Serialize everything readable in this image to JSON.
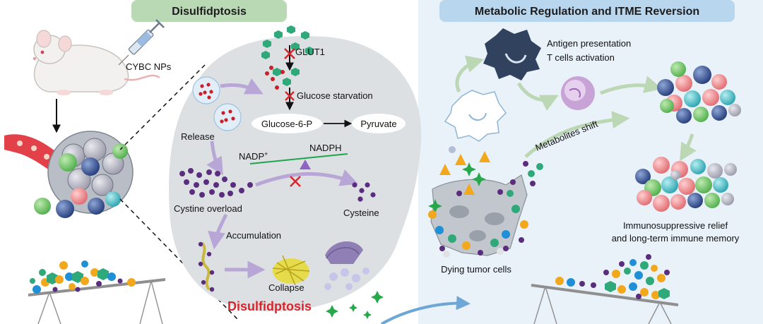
{
  "titles": {
    "left": "Disulfidptosis",
    "right": "Metabolic Regulation and ITME Reversion"
  },
  "labels": {
    "nanoparticles": "CYBC NPs",
    "transporter": "GLUT1",
    "glucose_starvation": "Glucose starvation",
    "glucose_6_p": "Glucose-6-P",
    "pyruvate": "Pyruvate",
    "release": "Release",
    "nadp_base": "NADP",
    "nadp_sup": "+",
    "nadph": "NADPH",
    "cystine_overload": "Cystine overload",
    "cysteine": "Cysteine",
    "accumulation": "Accumulation",
    "collapse": "Collapse",
    "disulfidptosis": "Disulfidptosis",
    "dying_cells": "Dying tumor cells",
    "metabolites_shift": "Metabolites shift",
    "antigen_line1": "Antigen presentation",
    "antigen_line2": "T cells activation",
    "relief_line1": "Immunosuppressive relief",
    "relief_line2": "and long-term immune memory"
  },
  "colors": {
    "title_left_bg": "#b9d9b4",
    "title_right_bg": "#b8d6ee",
    "right_panel_bg": "#e9f1f9",
    "cell_body": "#dde0e3",
    "glucose": "#2fa97a",
    "cystine": "#5b2d7e",
    "accent_red": "#d8262c",
    "arrow_purple": "#b8a7d6",
    "arrow_green": "#bcd7b4",
    "nadp_line": "#1ea54b"
  }
}
